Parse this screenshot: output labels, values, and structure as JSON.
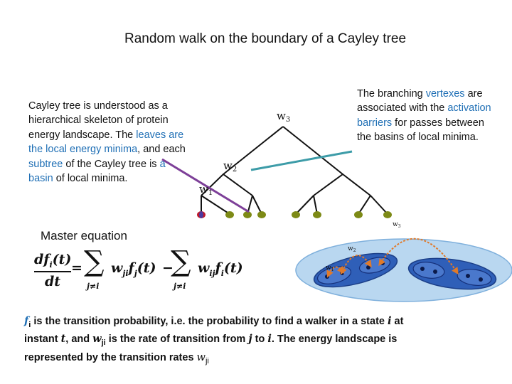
{
  "title": "Random walk on the boundary of a Cayley  tree",
  "left_paragraph": {
    "p1": "Cayley tree is understood as a hierarchical skeleton of protein energy landscape. The ",
    "leaves": "leaves are the local energy minima",
    "p2": ", and each ",
    "subtree": "subtree",
    "p3": " of the Cayley tree is ",
    "basin": "a basin",
    "p4": " of local minima."
  },
  "right_paragraph": {
    "p1": "The branching ",
    "vertexes": "vertexes",
    "p2": " are associated with the ",
    "barriers": "activation barriers",
    "p3": " for passes between the basins of local minima."
  },
  "master_equation_label": "Master equation",
  "equation": {
    "lhs_num": "df",
    "lhs_num_sub": "i",
    "lhs_num_arg": "(t)",
    "lhs_den": "dt",
    "equals": "=",
    "sum_symbol": "∑",
    "sum_index": "j≠i",
    "term1": "w",
    "term1_sub": "ji",
    "term1_rest": "f",
    "term1_rest_sub": "j",
    "term1_arg": "(t)",
    "minus": "−",
    "term2": "w",
    "term2_sub": "ij",
    "term2_rest": "f",
    "term2_rest_sub": "i",
    "term2_arg": "(t)"
  },
  "bottom_paragraph": {
    "f": "f",
    "f_sub": "i",
    "p1": " is the transition probability, i.e. the probability to find a walker in a state ",
    "i": "i",
    "p2": " at instant ",
    "t": "t",
    "p3": ", and ",
    "w": "w",
    "w_sub": "ji",
    "p4": " is the rate of transition from ",
    "j": "j",
    "p5": " to ",
    "i2": "i",
    "p6": ". The energy landscape is represented by the transition rates ",
    "w2": "w",
    "w2_sub": "ji"
  },
  "tree_labels": {
    "w1": "w",
    "w1_sub": "1",
    "w2": "w",
    "w2_sub": "2",
    "w3": "w",
    "w3_sub": "3"
  },
  "basin_labels": {
    "w1": "w",
    "w1_sub": "1",
    "w2": "w",
    "w2_sub": "2",
    "w3": "w",
    "w3_sub": "3"
  },
  "colors": {
    "tree": "#111111",
    "leaf": "#7d8a16",
    "start_leaf": "#c0182b",
    "pointer_purple": "#7d3f98",
    "pointer_teal": "#3d9ca8",
    "basin_outer": "#9fc7ea",
    "basin_mid": "#2f5fb8",
    "basin_inner": "#1f3f8f",
    "arrow_orange": "#e07a2a",
    "text_blue": "#1f6fb5"
  }
}
